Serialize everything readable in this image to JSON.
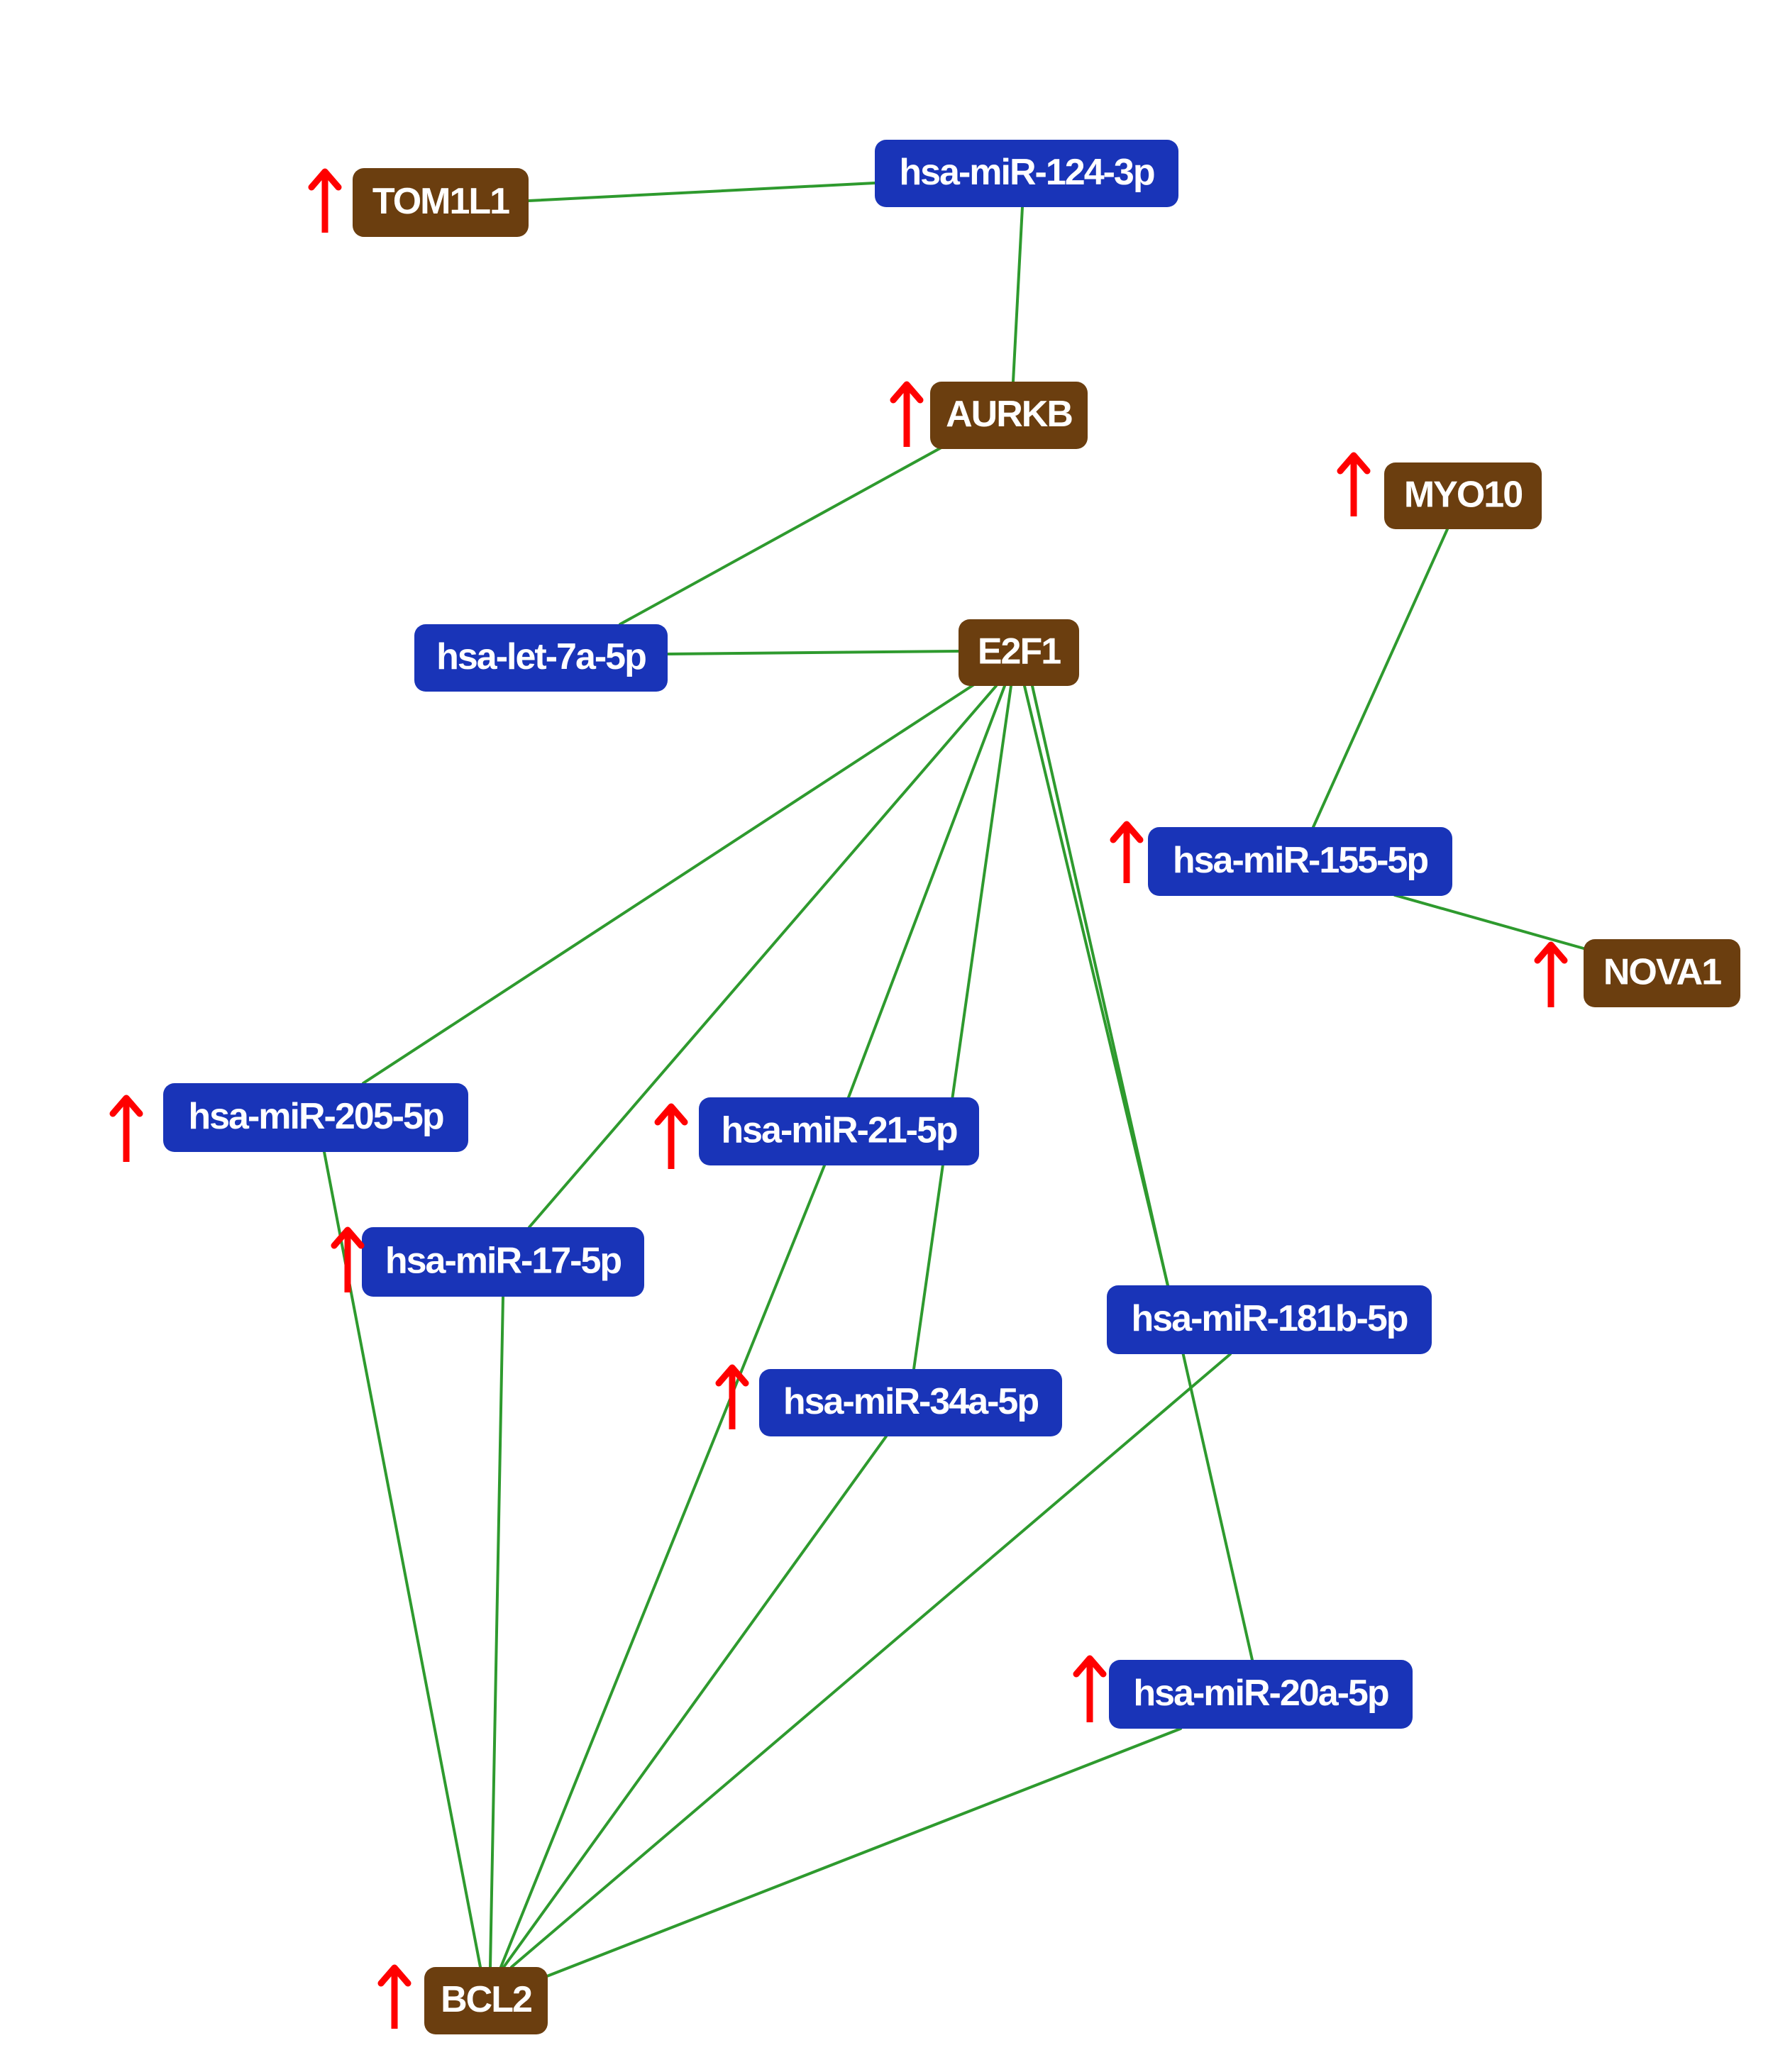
{
  "diagram": {
    "type": "network",
    "colors": {
      "gene": "#6b3e0f",
      "mirna": "#1934b8",
      "edge": "#2e9a2e",
      "arrow": "#ff0000",
      "text": "#ffffff"
    },
    "legend_symbol": "up-arrow-icon",
    "nodes": [
      {
        "id": "TOM1L1",
        "label": "TOM1L1",
        "kind": "gene",
        "up": true
      },
      {
        "id": "miR124",
        "label": "hsa-miR-124-3p",
        "kind": "mirna",
        "up": false
      },
      {
        "id": "AURKB",
        "label": "AURKB",
        "kind": "gene",
        "up": true
      },
      {
        "id": "MYO10",
        "label": "MYO10",
        "kind": "gene",
        "up": true
      },
      {
        "id": "let7a",
        "label": "hsa-let-7a-5p",
        "kind": "mirna",
        "up": false
      },
      {
        "id": "E2F1",
        "label": "E2F1",
        "kind": "gene",
        "up": false
      },
      {
        "id": "miR155",
        "label": "hsa-miR-155-5p",
        "kind": "mirna",
        "up": true
      },
      {
        "id": "NOVA1",
        "label": "NOVA1",
        "kind": "gene",
        "up": true
      },
      {
        "id": "miR205",
        "label": "hsa-miR-205-5p",
        "kind": "mirna",
        "up": true
      },
      {
        "id": "miR21",
        "label": "hsa-miR-21-5p",
        "kind": "mirna",
        "up": true
      },
      {
        "id": "miR17",
        "label": "hsa-miR-17-5p",
        "kind": "mirna",
        "up": true
      },
      {
        "id": "miR181b",
        "label": "hsa-miR-181b-5p",
        "kind": "mirna",
        "up": false
      },
      {
        "id": "miR34a",
        "label": "hsa-miR-34a-5p",
        "kind": "mirna",
        "up": true
      },
      {
        "id": "miR20a",
        "label": "hsa-miR-20a-5p",
        "kind": "mirna",
        "up": true
      },
      {
        "id": "BCL2",
        "label": "BCL2",
        "kind": "gene",
        "up": true
      }
    ],
    "edges": [
      [
        "TOM1L1",
        "miR124"
      ],
      [
        "miR124",
        "AURKB"
      ],
      [
        "AURKB",
        "let7a"
      ],
      [
        "let7a",
        "E2F1"
      ],
      [
        "MYO10",
        "miR155"
      ],
      [
        "miR155",
        "NOVA1"
      ],
      [
        "E2F1",
        "miR205"
      ],
      [
        "E2F1",
        "miR17"
      ],
      [
        "E2F1",
        "miR21"
      ],
      [
        "E2F1",
        "miR34a"
      ],
      [
        "E2F1",
        "miR181b"
      ],
      [
        "E2F1",
        "miR20a"
      ],
      [
        "miR205",
        "BCL2"
      ],
      [
        "miR17",
        "BCL2"
      ],
      [
        "miR21",
        "BCL2"
      ],
      [
        "miR34a",
        "BCL2"
      ],
      [
        "miR181b",
        "BCL2"
      ],
      [
        "miR20a",
        "BCL2"
      ]
    ]
  }
}
